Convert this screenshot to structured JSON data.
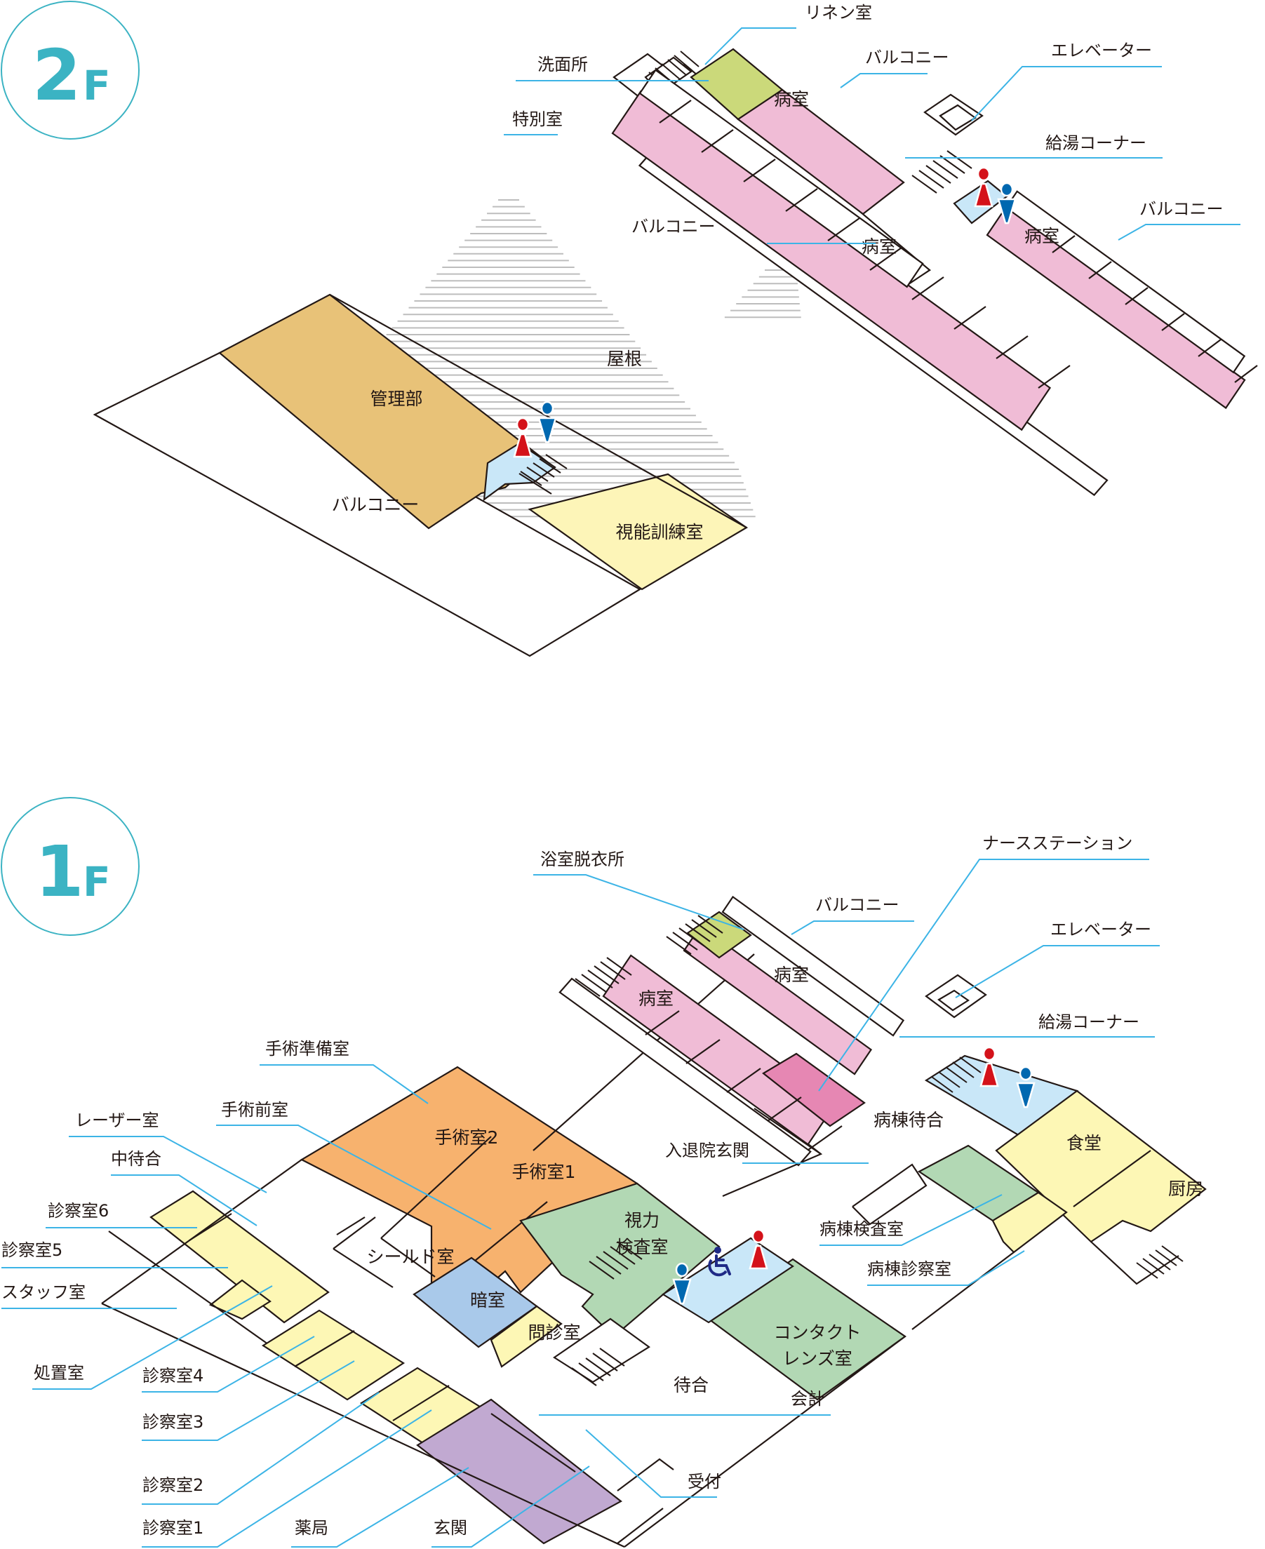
{
  "colors": {
    "accent": "#3bb3c3",
    "leader": "#3cb4e6",
    "ward": "#f0bcd6",
    "nurse_station": "#e687b3",
    "linen": "#cbd97a",
    "admin": "#e8c278",
    "training": "#fdf5b8",
    "toilet": "#c9e7f8",
    "surgery": "#f7b26e",
    "exam_green": "#b2d8b4",
    "dark_room": "#a9c9ea",
    "consult_yellow": "#fdf7b5",
    "pharmacy": "#c1a9d1",
    "female_icon": "#d4121a",
    "male_icon": "#0068b0",
    "accessible_icon": "#1f2a86"
  },
  "floors": [
    {
      "id": "2F",
      "number": "2",
      "suffix": "F",
      "callouts": [
        "リネン室",
        "洗面所",
        "バルコニー",
        "エレベーター",
        "特別室",
        "給湯コーナー",
        "バルコニー",
        "バルコニー"
      ],
      "rooms": [
        "病室",
        "病室",
        "病室",
        "管理部",
        "屋根",
        "バルコニー",
        "視能訓練室"
      ]
    },
    {
      "id": "1F",
      "number": "1",
      "suffix": "F",
      "callouts": [
        "浴室脱衣所",
        "ナースステーション",
        "バルコニー",
        "エレベーター",
        "給湯コーナー",
        "手術準備室",
        "レーザー室",
        "手術前室",
        "中待合",
        "入退院玄関",
        "診察室6",
        "病棟検査室",
        "診察室5",
        "病棟診察室",
        "スタッフ室",
        "処置室",
        "診察室4",
        "会計",
        "診察室3",
        "受付",
        "診察室2",
        "診察室1",
        "薬局",
        "玄関"
      ],
      "rooms": [
        "病室",
        "病室",
        "病棟待合",
        "食堂",
        "厨房",
        "手術室2",
        "手術室1",
        "視力",
        "検査室",
        "シールド室",
        "暗室",
        "問診室",
        "コンタクト",
        "レンズ室",
        "待合"
      ]
    }
  ],
  "icons": [
    "female-toilet-icon",
    "male-toilet-icon",
    "accessible-toilet-icon"
  ]
}
